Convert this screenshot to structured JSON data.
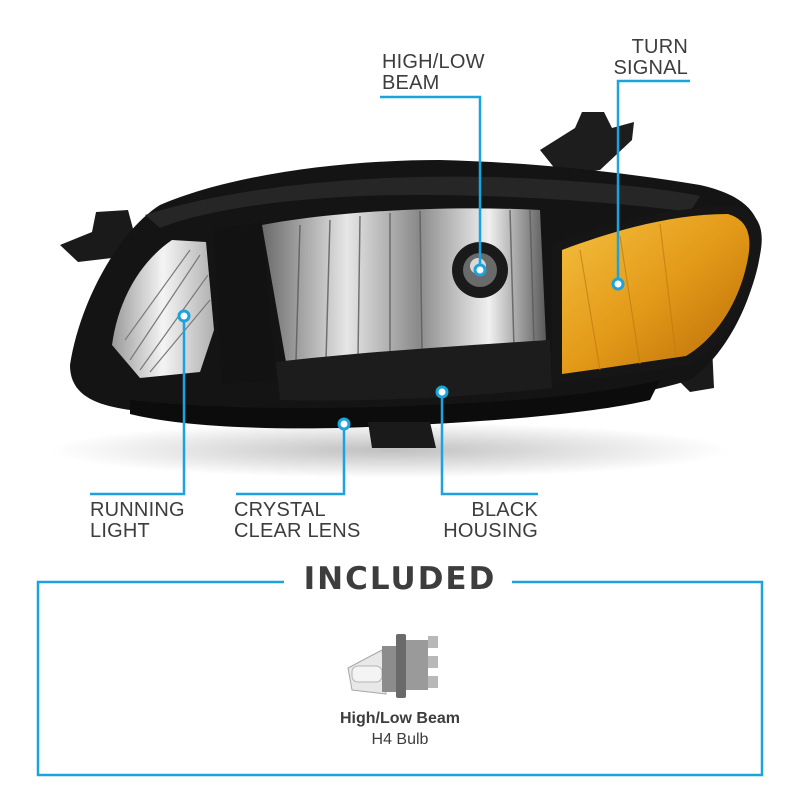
{
  "colors": {
    "accent": "#1aa3dc",
    "text": "#3d3d3d",
    "housing": "#141414",
    "amber": "#e3a21a"
  },
  "callouts": {
    "high_low_beam": [
      "HIGH/LOW",
      "BEAM"
    ],
    "turn_signal": [
      "TURN",
      "SIGNAL"
    ],
    "running_light": [
      "RUNNING",
      "LIGHT"
    ],
    "crystal_clear_lens": [
      "CRYSTAL",
      "CLEAR LENS"
    ],
    "black_housing": [
      "BLACK",
      "HOUSING"
    ]
  },
  "included": {
    "title": "INCLUDED",
    "item_name": "High/Low Beam",
    "item_type": "H4 Bulb"
  }
}
